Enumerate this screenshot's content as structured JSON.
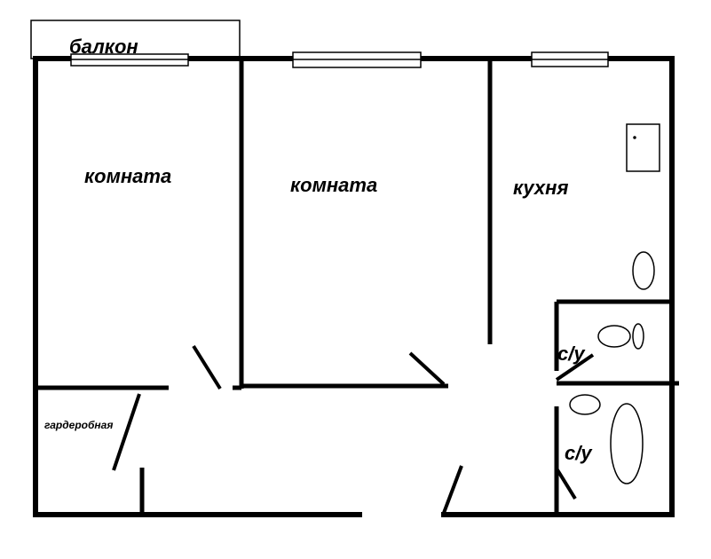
{
  "plan": {
    "labels": {
      "balcony": "балкон",
      "room1": "комната",
      "room2": "комната",
      "kitchen": "кухня",
      "bathroom1": "с/у",
      "bathroom2": "с/у",
      "wardrobe": "гардеробная"
    },
    "colors": {
      "wall": "#000000",
      "background": "#ffffff"
    }
  }
}
